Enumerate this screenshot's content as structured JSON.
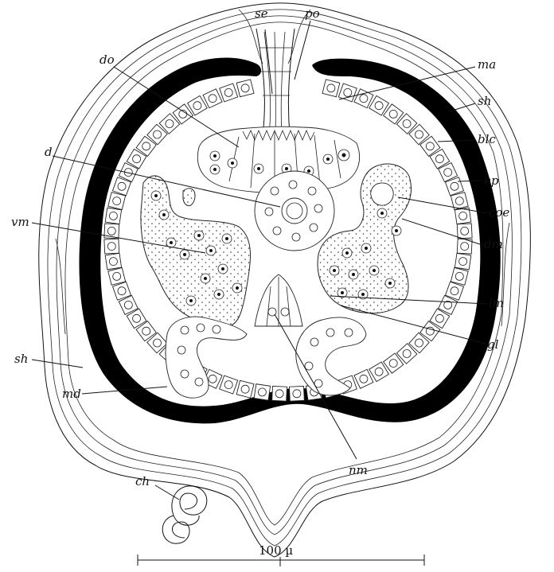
{
  "labels": {
    "se": "se",
    "po": "po",
    "do": "do",
    "ma": "ma",
    "sh_right": "sh",
    "blc": "blc",
    "d": "d",
    "ep": "ep",
    "coe": "coe",
    "vm": "vm",
    "dm": "dm",
    "lm": "lm",
    "gl": "gl",
    "sh_left": "sh",
    "md": "md",
    "nm": "nm",
    "ch": "ch"
  },
  "scale_bar": {
    "label": "100 µ"
  }
}
